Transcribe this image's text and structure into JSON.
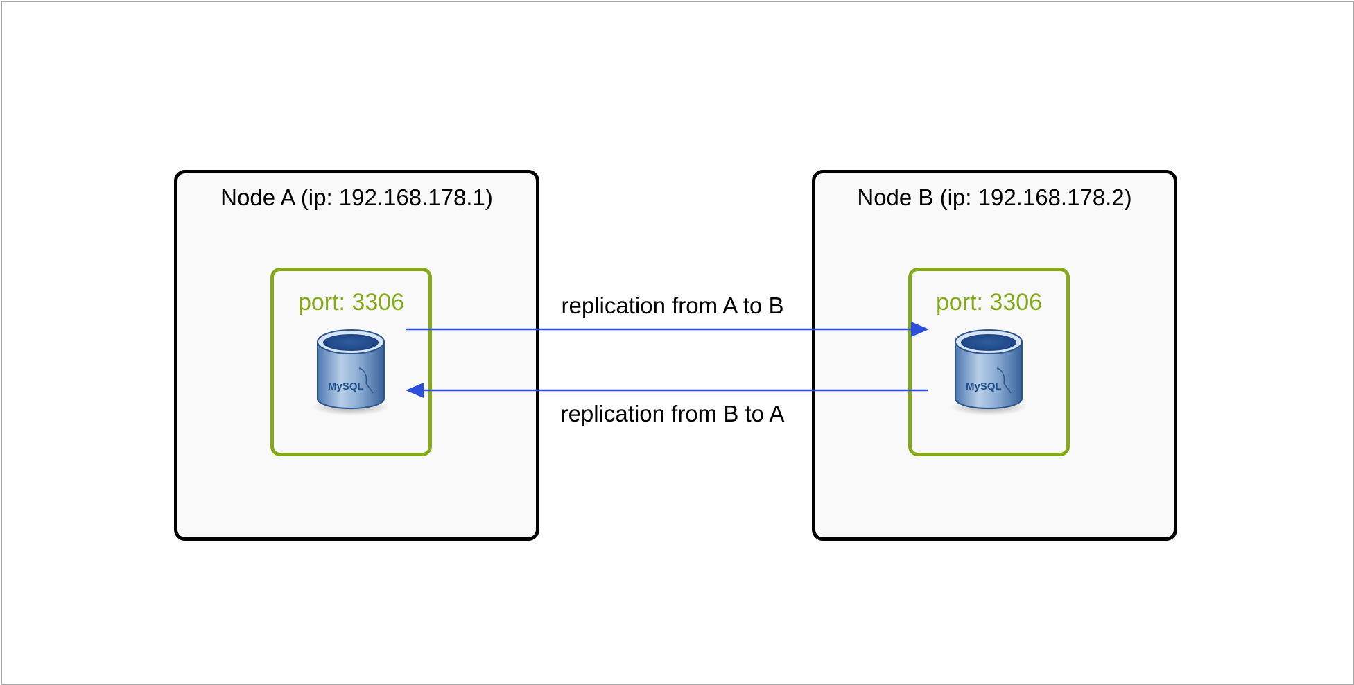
{
  "diagram": {
    "nodes": [
      {
        "title": "Node A (ip: 192.168.178.1)",
        "port_label": "port: 3306",
        "db_icon": "mysql-database-icon",
        "db_logo_text": "MySQL"
      },
      {
        "title": "Node B (ip: 192.168.178.2)",
        "port_label": "port: 3306",
        "db_icon": "mysql-database-icon",
        "db_logo_text": "MySQL"
      }
    ],
    "edges": [
      {
        "label": "replication from A to B",
        "from": "Node A",
        "to": "Node B"
      },
      {
        "label": "replication from B to A",
        "from": "Node B",
        "to": "Node A"
      }
    ],
    "colors": {
      "node_border": "#000000",
      "port_border": "#84aa19",
      "port_text": "#84aa19",
      "arrow": "#2c4fdb",
      "node_fill": "#f9f9f9"
    }
  }
}
